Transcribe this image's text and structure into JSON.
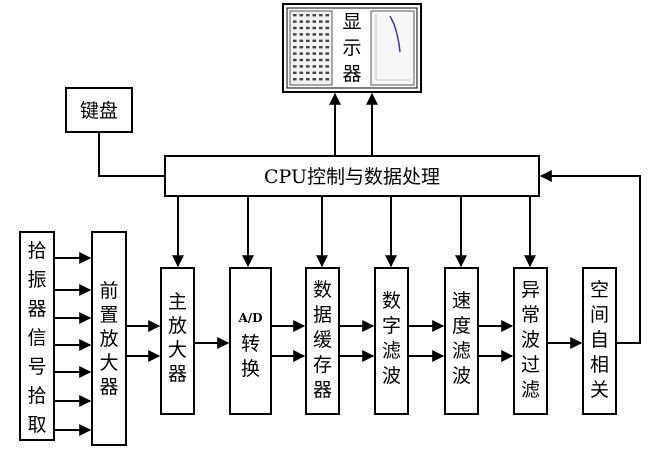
{
  "display": {
    "chars": [
      "显",
      "示",
      "器"
    ]
  },
  "keyboard": {
    "label": "键盘"
  },
  "cpu": {
    "label": "CPU控制与数据处理"
  },
  "pickup": {
    "chars": [
      "拾",
      "振",
      "器",
      "信",
      "号",
      "拾",
      "取"
    ]
  },
  "preamp": {
    "chars": [
      "前",
      "置",
      "放",
      "大",
      "器"
    ]
  },
  "chain": [
    {
      "id": "main-amp",
      "header": "",
      "chars": [
        "主",
        "放",
        "大",
        "器"
      ]
    },
    {
      "id": "ad-convert",
      "header": "A/D",
      "chars": [
        "转",
        "换"
      ]
    },
    {
      "id": "data-buffer",
      "header": "",
      "chars": [
        "数",
        "据",
        "缓",
        "存",
        "器"
      ]
    },
    {
      "id": "digital-filter",
      "header": "",
      "chars": [
        "数",
        "字",
        "滤",
        "波"
      ]
    },
    {
      "id": "speed-filter",
      "header": "",
      "chars": [
        "速",
        "度",
        "滤",
        "波"
      ]
    },
    {
      "id": "anomaly-filter",
      "header": "",
      "chars": [
        "异",
        "常",
        "波",
        "过",
        "滤"
      ]
    },
    {
      "id": "autocorrelation",
      "header": "",
      "chars": [
        "空",
        "间",
        "自",
        "相",
        "关"
      ]
    }
  ]
}
